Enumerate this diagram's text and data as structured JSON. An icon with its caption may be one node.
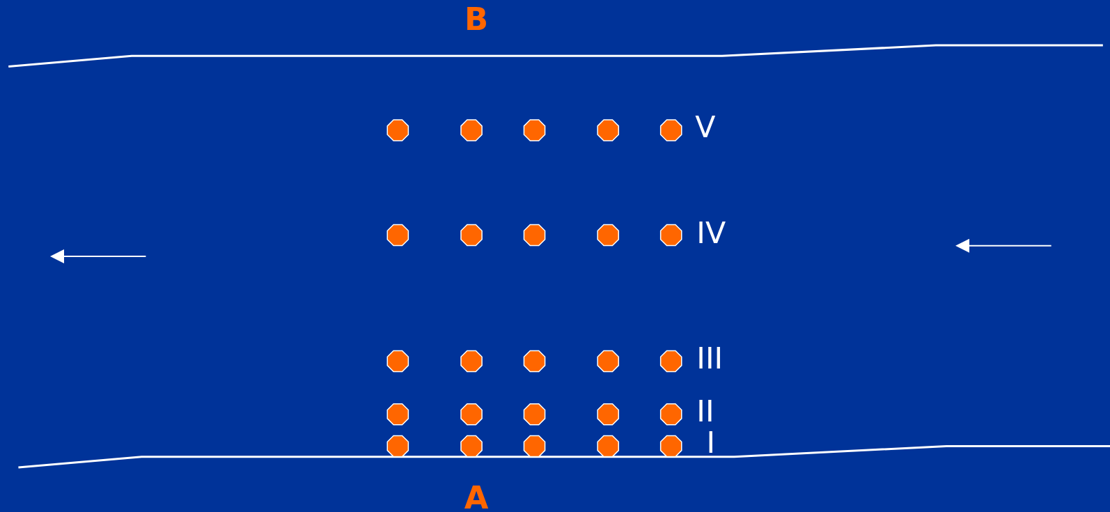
{
  "diagram": {
    "labels": [
      "B",
      "V",
      "IV",
      "III",
      "II",
      "I",
      "A"
    ]
  }
}
